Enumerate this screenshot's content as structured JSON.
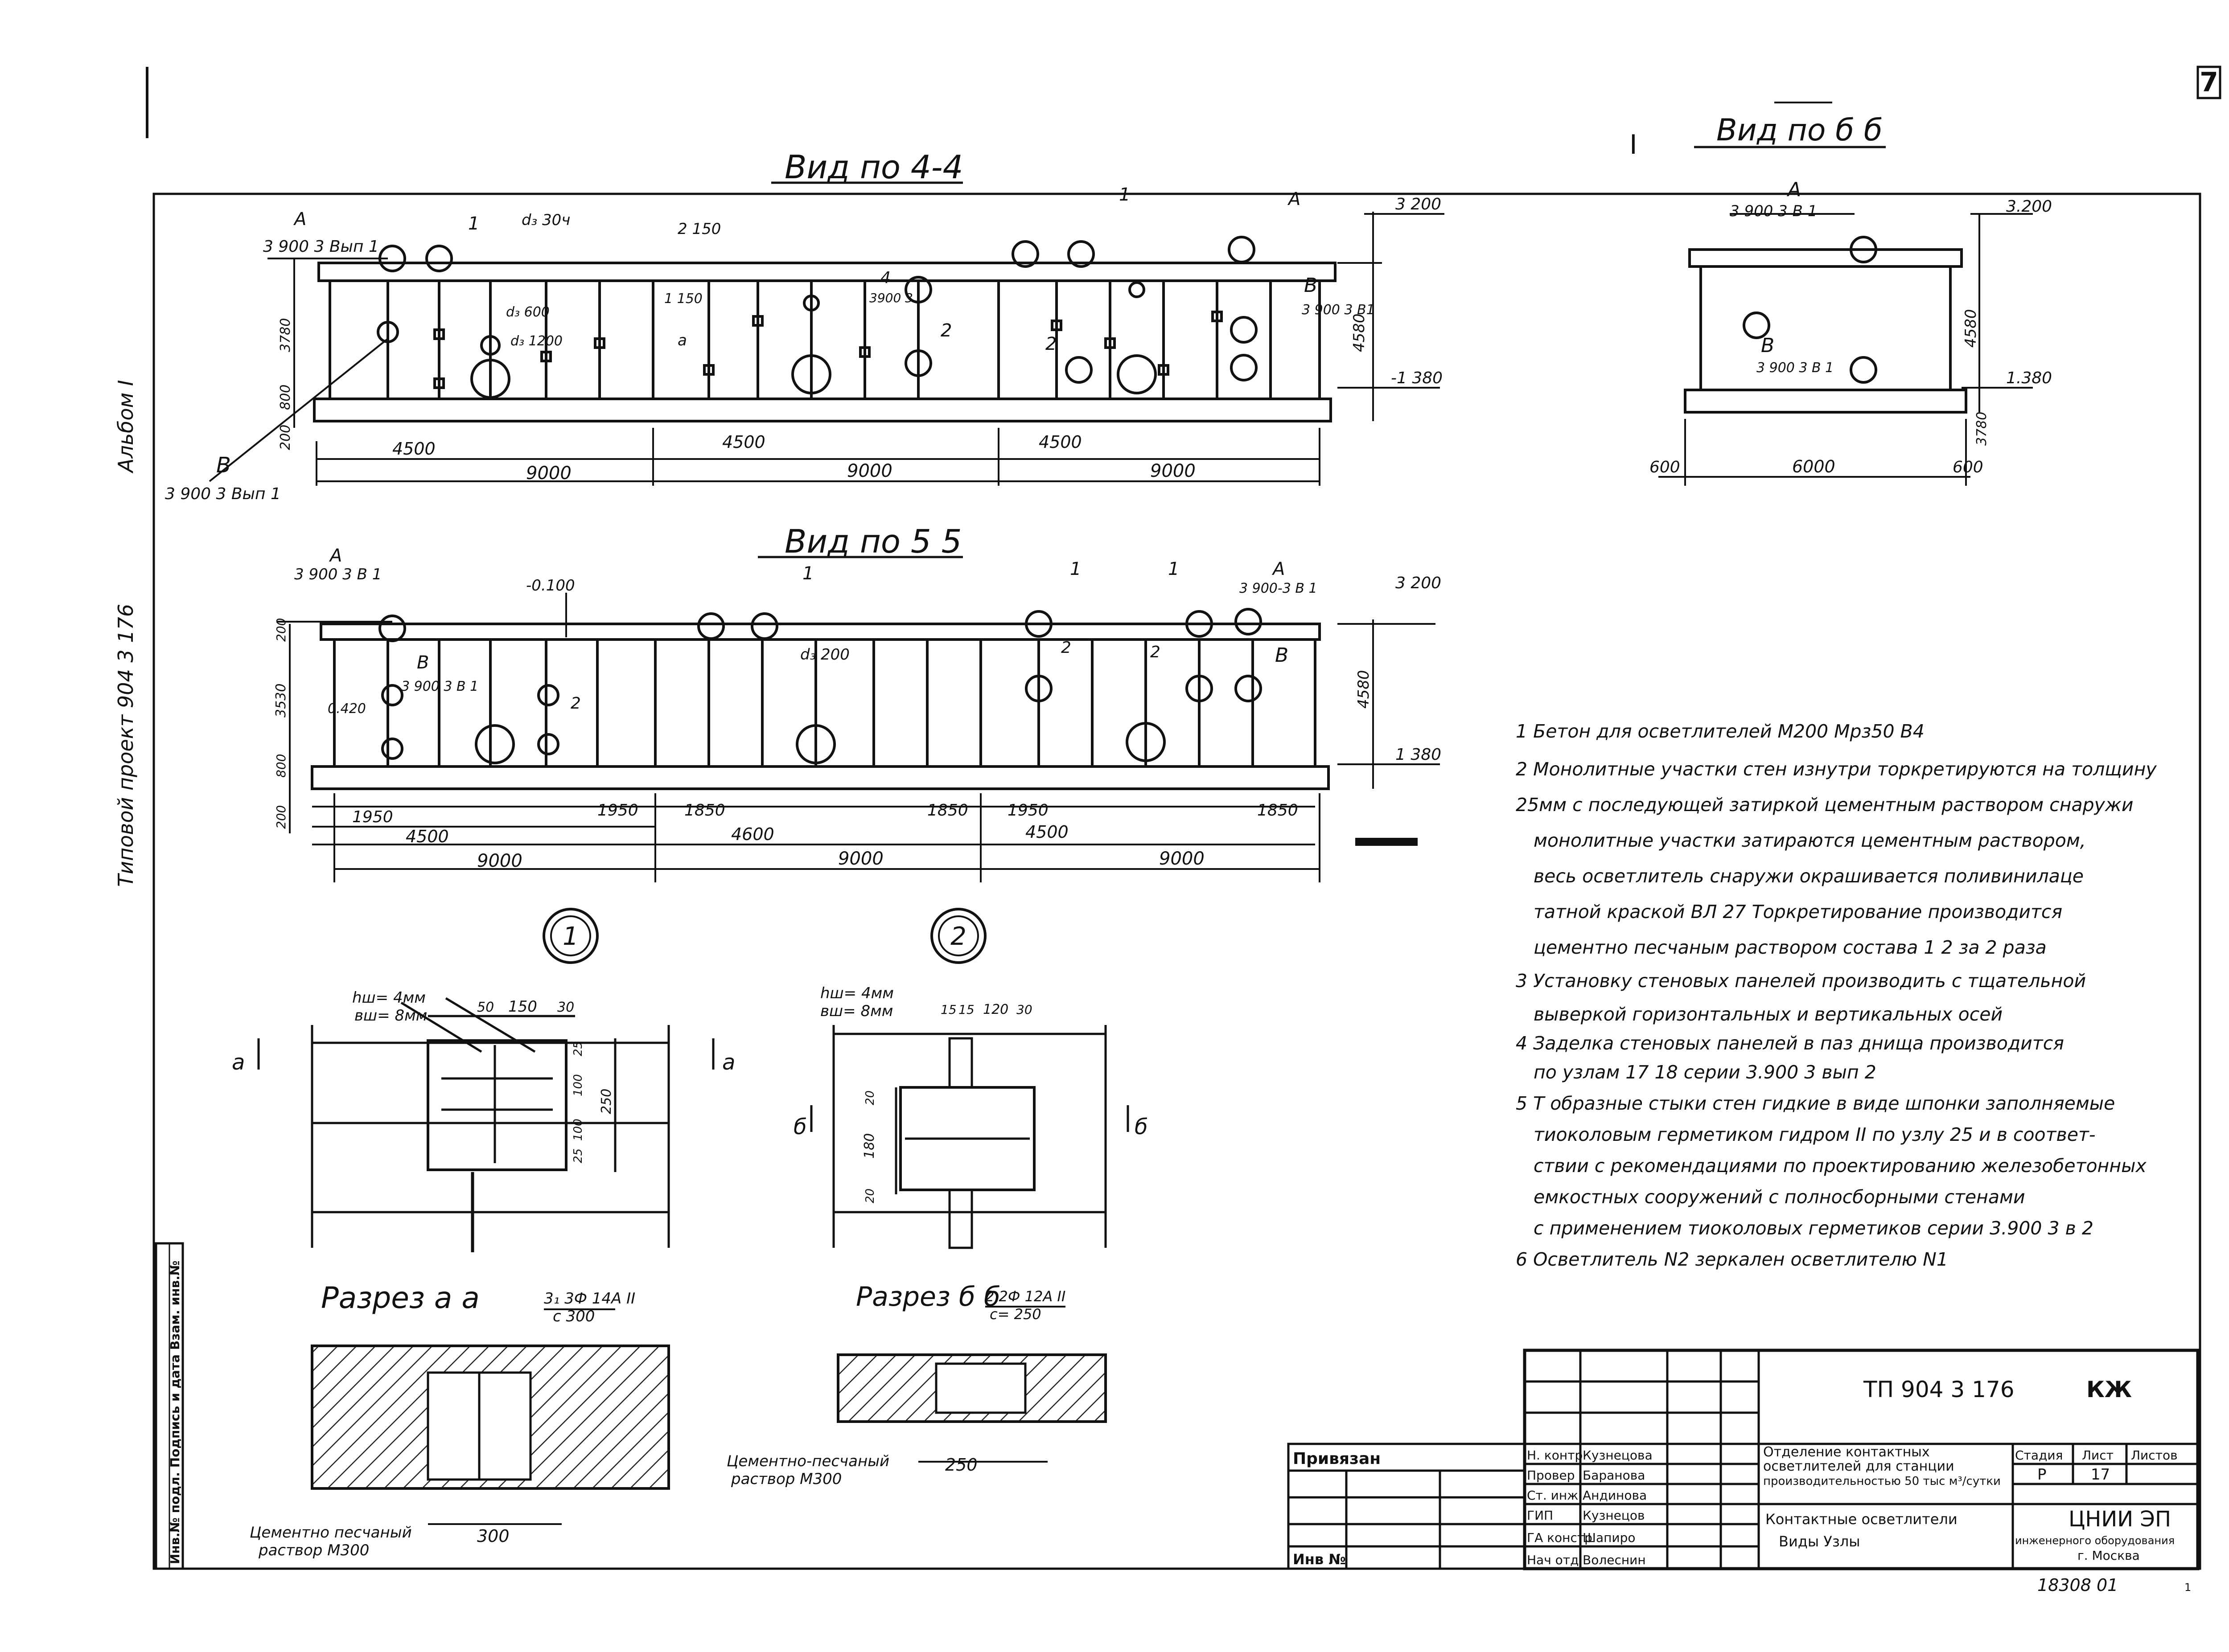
{
  "page_number": "7",
  "side_labels": {
    "project": "Типовой проект  904 3 176",
    "album": "Альбом I"
  },
  "view44": {
    "title": "Вид по 4-4",
    "markA": "А",
    "refA": "3 900 3 Вып 1",
    "markB": "В",
    "refB": "3 900 3  Вып 1",
    "lbl_1": "1",
    "lbl_d": "d₃ 30ч",
    "lbl_d600": "d₃ 600",
    "lbl_d1200": "d₃ 1200",
    "lbl_2150": "2 150",
    "lbl_1150": "1 150",
    "lbl_a": "а",
    "lbl_4": "4",
    "ref4": "3900 3",
    "lbl_2a": "2",
    "lbl_2b": "2",
    "lbl_Ar": "А",
    "lbl_Br": "В",
    "refBr": "3 900 3 В1",
    "elev_top": "3 200",
    "elev_bot": "-1 380",
    "height": "4580",
    "left_dims": [
      "3780",
      "800",
      "200"
    ],
    "dim_4500": [
      "4500",
      "4500",
      "4500"
    ],
    "dim_9000": [
      "9000",
      "9000",
      "9000"
    ]
  },
  "view66": {
    "title": "Вид по б б",
    "mark": "I",
    "markA": "А",
    "refA": "3 900 3 В 1",
    "markB": "В",
    "refB": "3 900 3 В 1",
    "elev_top": "3.200",
    "elev_bot": "1.380",
    "height": "4580",
    "inner": "3780",
    "dims": [
      "600",
      "6000",
      "600"
    ]
  },
  "view55": {
    "title": "Вид по 5 5",
    "markA": "А",
    "refA": "3 900 3 В 1",
    "markB": "В",
    "refB": "3 900 3 В 1",
    "lbl_0100": "-0.100",
    "lbl_0420": "0.420",
    "lbl_1": "1",
    "lbl_2": "2",
    "lbl_d200": "d₃ 200",
    "markAr": "А",
    "refAr": "3 900-3 В 1",
    "markBr": "В",
    "elev_top": "3 200",
    "elev_bot": "1 380",
    "height": "4580",
    "left_dims": [
      "200",
      "3530",
      "800",
      "200"
    ],
    "dim_1950": [
      "1950",
      "1950",
      "1850",
      "1850",
      "1950",
      "1850"
    ],
    "dim_4500": [
      "4500",
      "4600",
      "4500"
    ],
    "dim_9000": [
      "9000",
      "9000",
      "9000"
    ]
  },
  "notes": [
    "1 Бетон для осветлителей М200 Мрз50 В4",
    "2 Монолитные участки стен изнутри торкретируются на толщину",
    "25мм с последующей затиркой цементным раствором снаружи",
    "монолитные участки затираются цементным раствором,",
    "весь осветлитель снаружи окрашивается поливинилаце",
    "татной краской ВЛ 27 Торкретирование производится",
    "цементно песчаным раствором состава 1 2 за 2 раза",
    "3 Установку стеновых панелей производить с тщательной",
    "выверкой горизонтальных и вертикальных осей",
    "4 Заделка стеновых панелей в паз днища производится",
    "по узлам 17 18 серии 3.900 3 вып 2",
    "5 Т образные стыки стен гидкие в виде шпонки заполняемые",
    "тиоколовым герметиком гидром II по узлу 25 и в соответ-",
    "ствии с рекомендациями по проектированию железобетонных",
    "емкостных сооружений с полносборными стенами",
    "с применением тиоколовых герметиков серии 3.900 3 в 2",
    "6 Осветлитель N2 зеркален осветлителю N1"
  ],
  "node1": {
    "num": "1",
    "weld": "hш= 4мм",
    "weld2": "вш= 8мм",
    "dims_top": [
      "50",
      "150",
      "30"
    ],
    "dims_right": [
      "25",
      "100",
      "100",
      "25",
      "250"
    ],
    "cut": "а",
    "cut_title": "Разрез а а",
    "rebar": "3₁ 3Ф 14А II",
    "rebar_step": "с 300",
    "mortar": "Цементно песчаный",
    "mortar2": "раствор М300",
    "dim_bot": "300"
  },
  "node2": {
    "num": "2",
    "weld": "hш= 4мм",
    "weld2": "вш= 8мм",
    "dims_top": [
      "15",
      "15",
      "120",
      "30"
    ],
    "dims_left": [
      "20",
      "180",
      "20"
    ],
    "cut": "б",
    "cut_title": "Разрез б б",
    "rebar": "2 2Ф 12А II",
    "rebar_step": "с= 250",
    "mortar": "Цементно-песчаный",
    "mortar2": "раствор М300",
    "dim_bot": "250"
  },
  "left_stamp": "Инв.№ подл. Подпись и дата Взам. инв.№",
  "title_block": {
    "doc_code": "ТП 904 3 176",
    "mark": "КЖ",
    "privyazan": "Привязан",
    "inv": "Инв №",
    "roles": [
      "Н. контр",
      "Провер",
      "Ст. инж",
      "ГИП",
      "ГА констр",
      "Нач отд"
    ],
    "names": [
      "Кузнецова",
      "Баранова",
      "Андинова",
      "Кузнецов",
      "Шапиро",
      "Волеснин"
    ],
    "object": [
      "Отделение контактных",
      "осветлителей для станции",
      "производительностью 50 тыс м³/сутки"
    ],
    "sheet_title": [
      "Контактные осветлители",
      "Виды Узлы"
    ],
    "stage_h": "Стадия",
    "sheet_h": "Лист",
    "sheets_h": "Листов",
    "stage": "Р",
    "sheet": "17",
    "org": "ЦНИИ ЭП",
    "org2": "инженерного оборудования",
    "city": "г. Москва"
  },
  "bottom_code": "18308 01"
}
